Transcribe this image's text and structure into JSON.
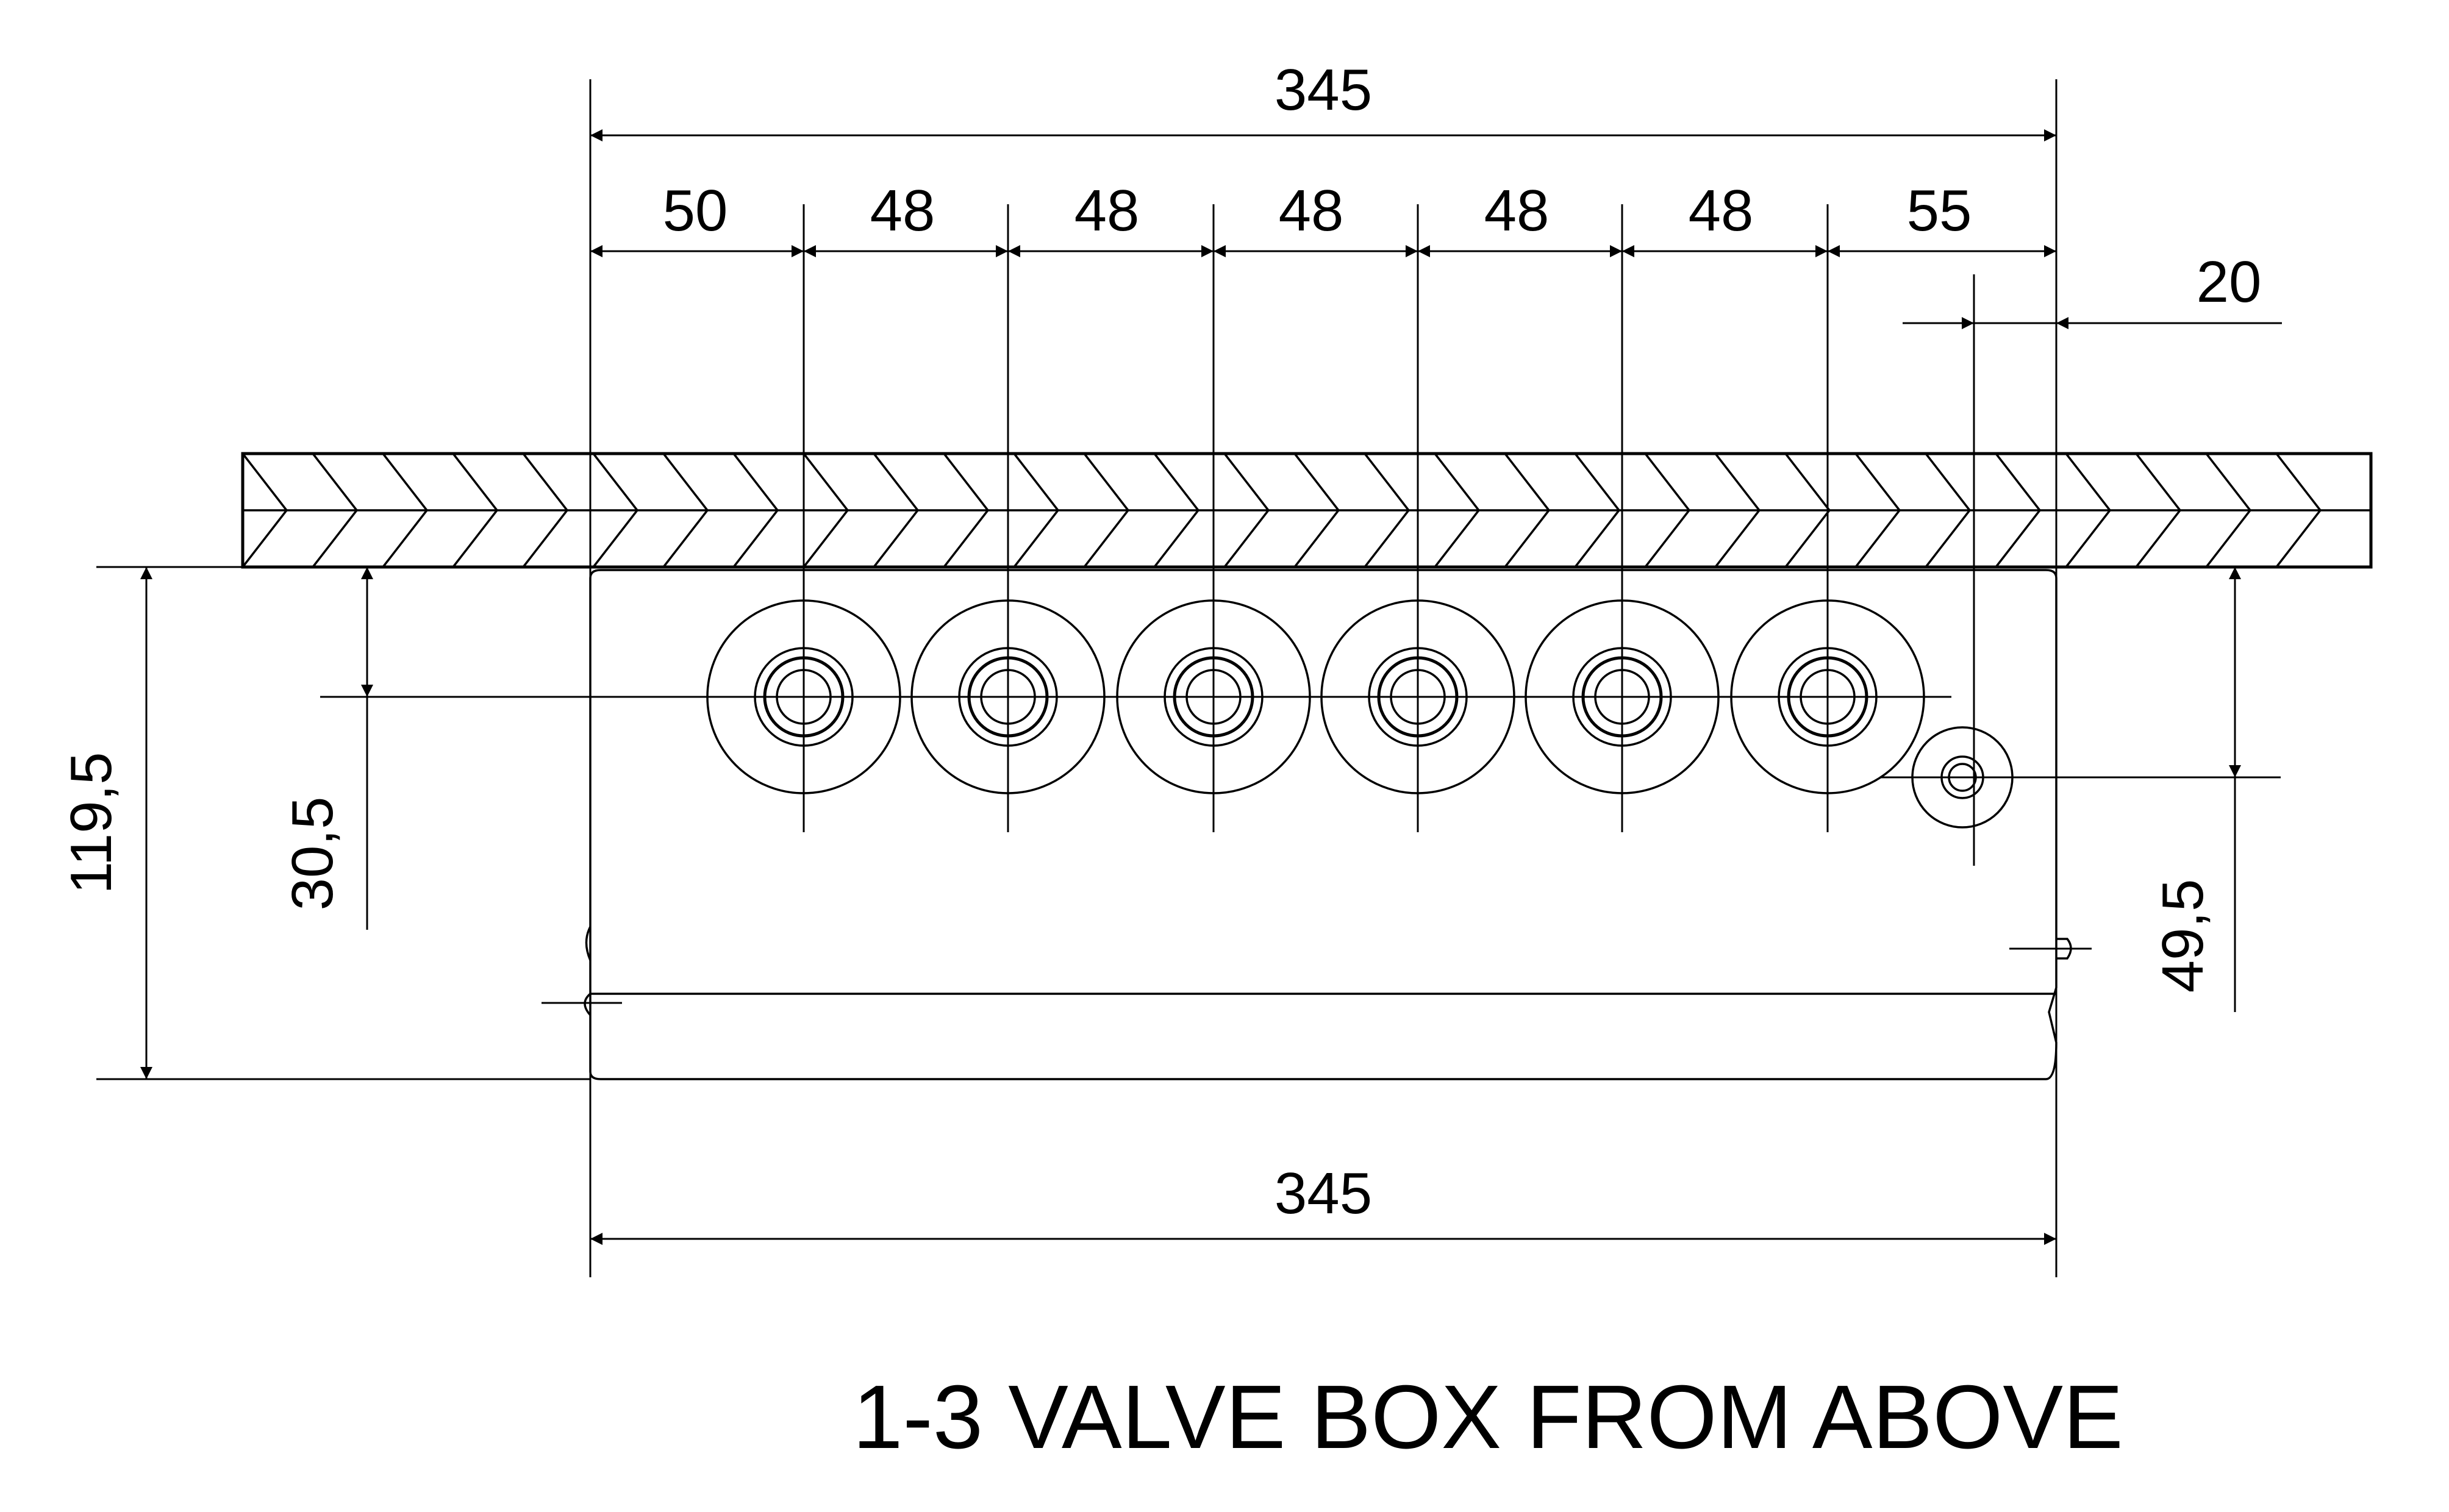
{
  "title": "1-3 VALVE BOX FROM ABOVE",
  "dimensions": {
    "overall_top": "345",
    "overall_bottom": "345",
    "spacing": [
      "50",
      "48",
      "48",
      "48",
      "48",
      "48",
      "55"
    ],
    "offset_right": "20",
    "depth_total": "119,5",
    "port_offset": "30,5",
    "small_port_offset": "49,5"
  }
}
